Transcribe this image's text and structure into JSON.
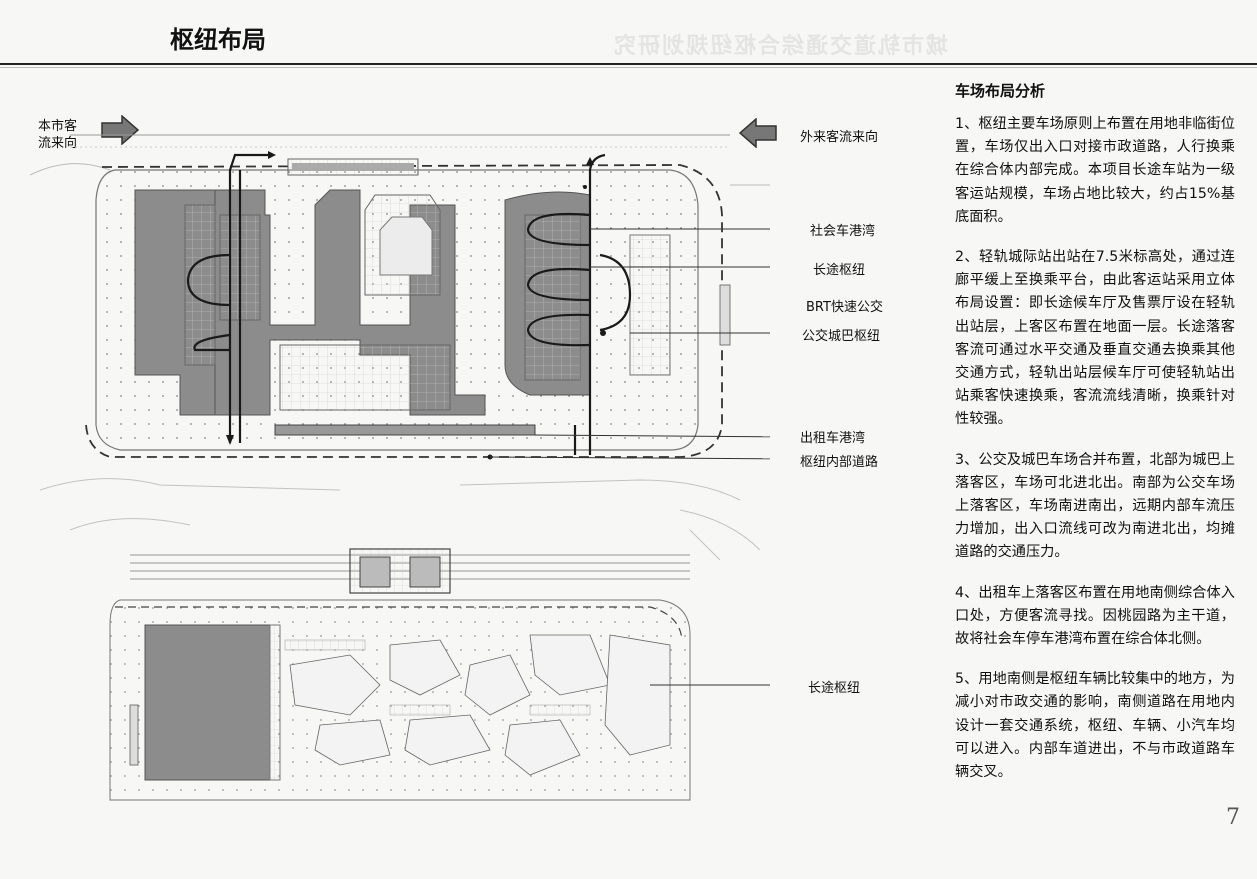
{
  "page": {
    "title": "枢纽布局",
    "page_number": "7"
  },
  "analysis": {
    "heading": "车场布局分析",
    "paragraphs": [
      "1、枢纽主要车场原则上布置在用地非临街位置，车场仅出入口对接市政道路，人行换乘在综合体内部完成。本项目长途车站为一级客运站规模，车场占地比较大，约占15%基底面积。",
      "2、轻轨城际站出站在7.5米标高处，通过连廊平缓上至换乘平台，由此客运站采用立体布局设置：即长途候车厅及售票厅设在轻轨出站层，上客区布置在地面一层。长途落客客流可通过水平交通及垂直交通去换乘其他交通方式，轻轨出站层候车厅可使轻轨站出站乘客快速换乘，客流流线清晰，换乘针对性较强。",
      "3、公交及城巴车场合并布置，北部为城巴上落客区，车场可北进北出。南部为公交车场上落客区，车场南进南出，远期内部车流压力增加，出入口流线可改为南进北出，均摊道路的交通压力。",
      "4、出租车上落客区布置在用地南侧综合体入口处，方便客流寻找。因桃园路为主干道，故将社会车停车港湾布置在综合体北侧。",
      "5、用地南侧是枢纽车辆比较集中的地方，为减小对市政交通的影响，南侧道路在用地内设计一套交通系统，枢纽、车辆、小汽车均可以进入。内部车道进出，不与市政道路车辆交叉。"
    ]
  },
  "plan_labels": {
    "local_flow": "本市客\n流来向",
    "external_flow": "外来客流来向",
    "social_bay": "社会车港湾",
    "long_distance_hub": "长途枢纽",
    "brt": "BRT快速公交",
    "bus_hub": "公交城巴枢纽",
    "taxi_bay": "出租车港湾",
    "internal_road": "枢纽内部道路",
    "long_distance_hub_lower": "长途枢纽"
  },
  "colors": {
    "hatch": "#8c8c8c",
    "line": "#555555",
    "flow": "#1a1a1a"
  }
}
